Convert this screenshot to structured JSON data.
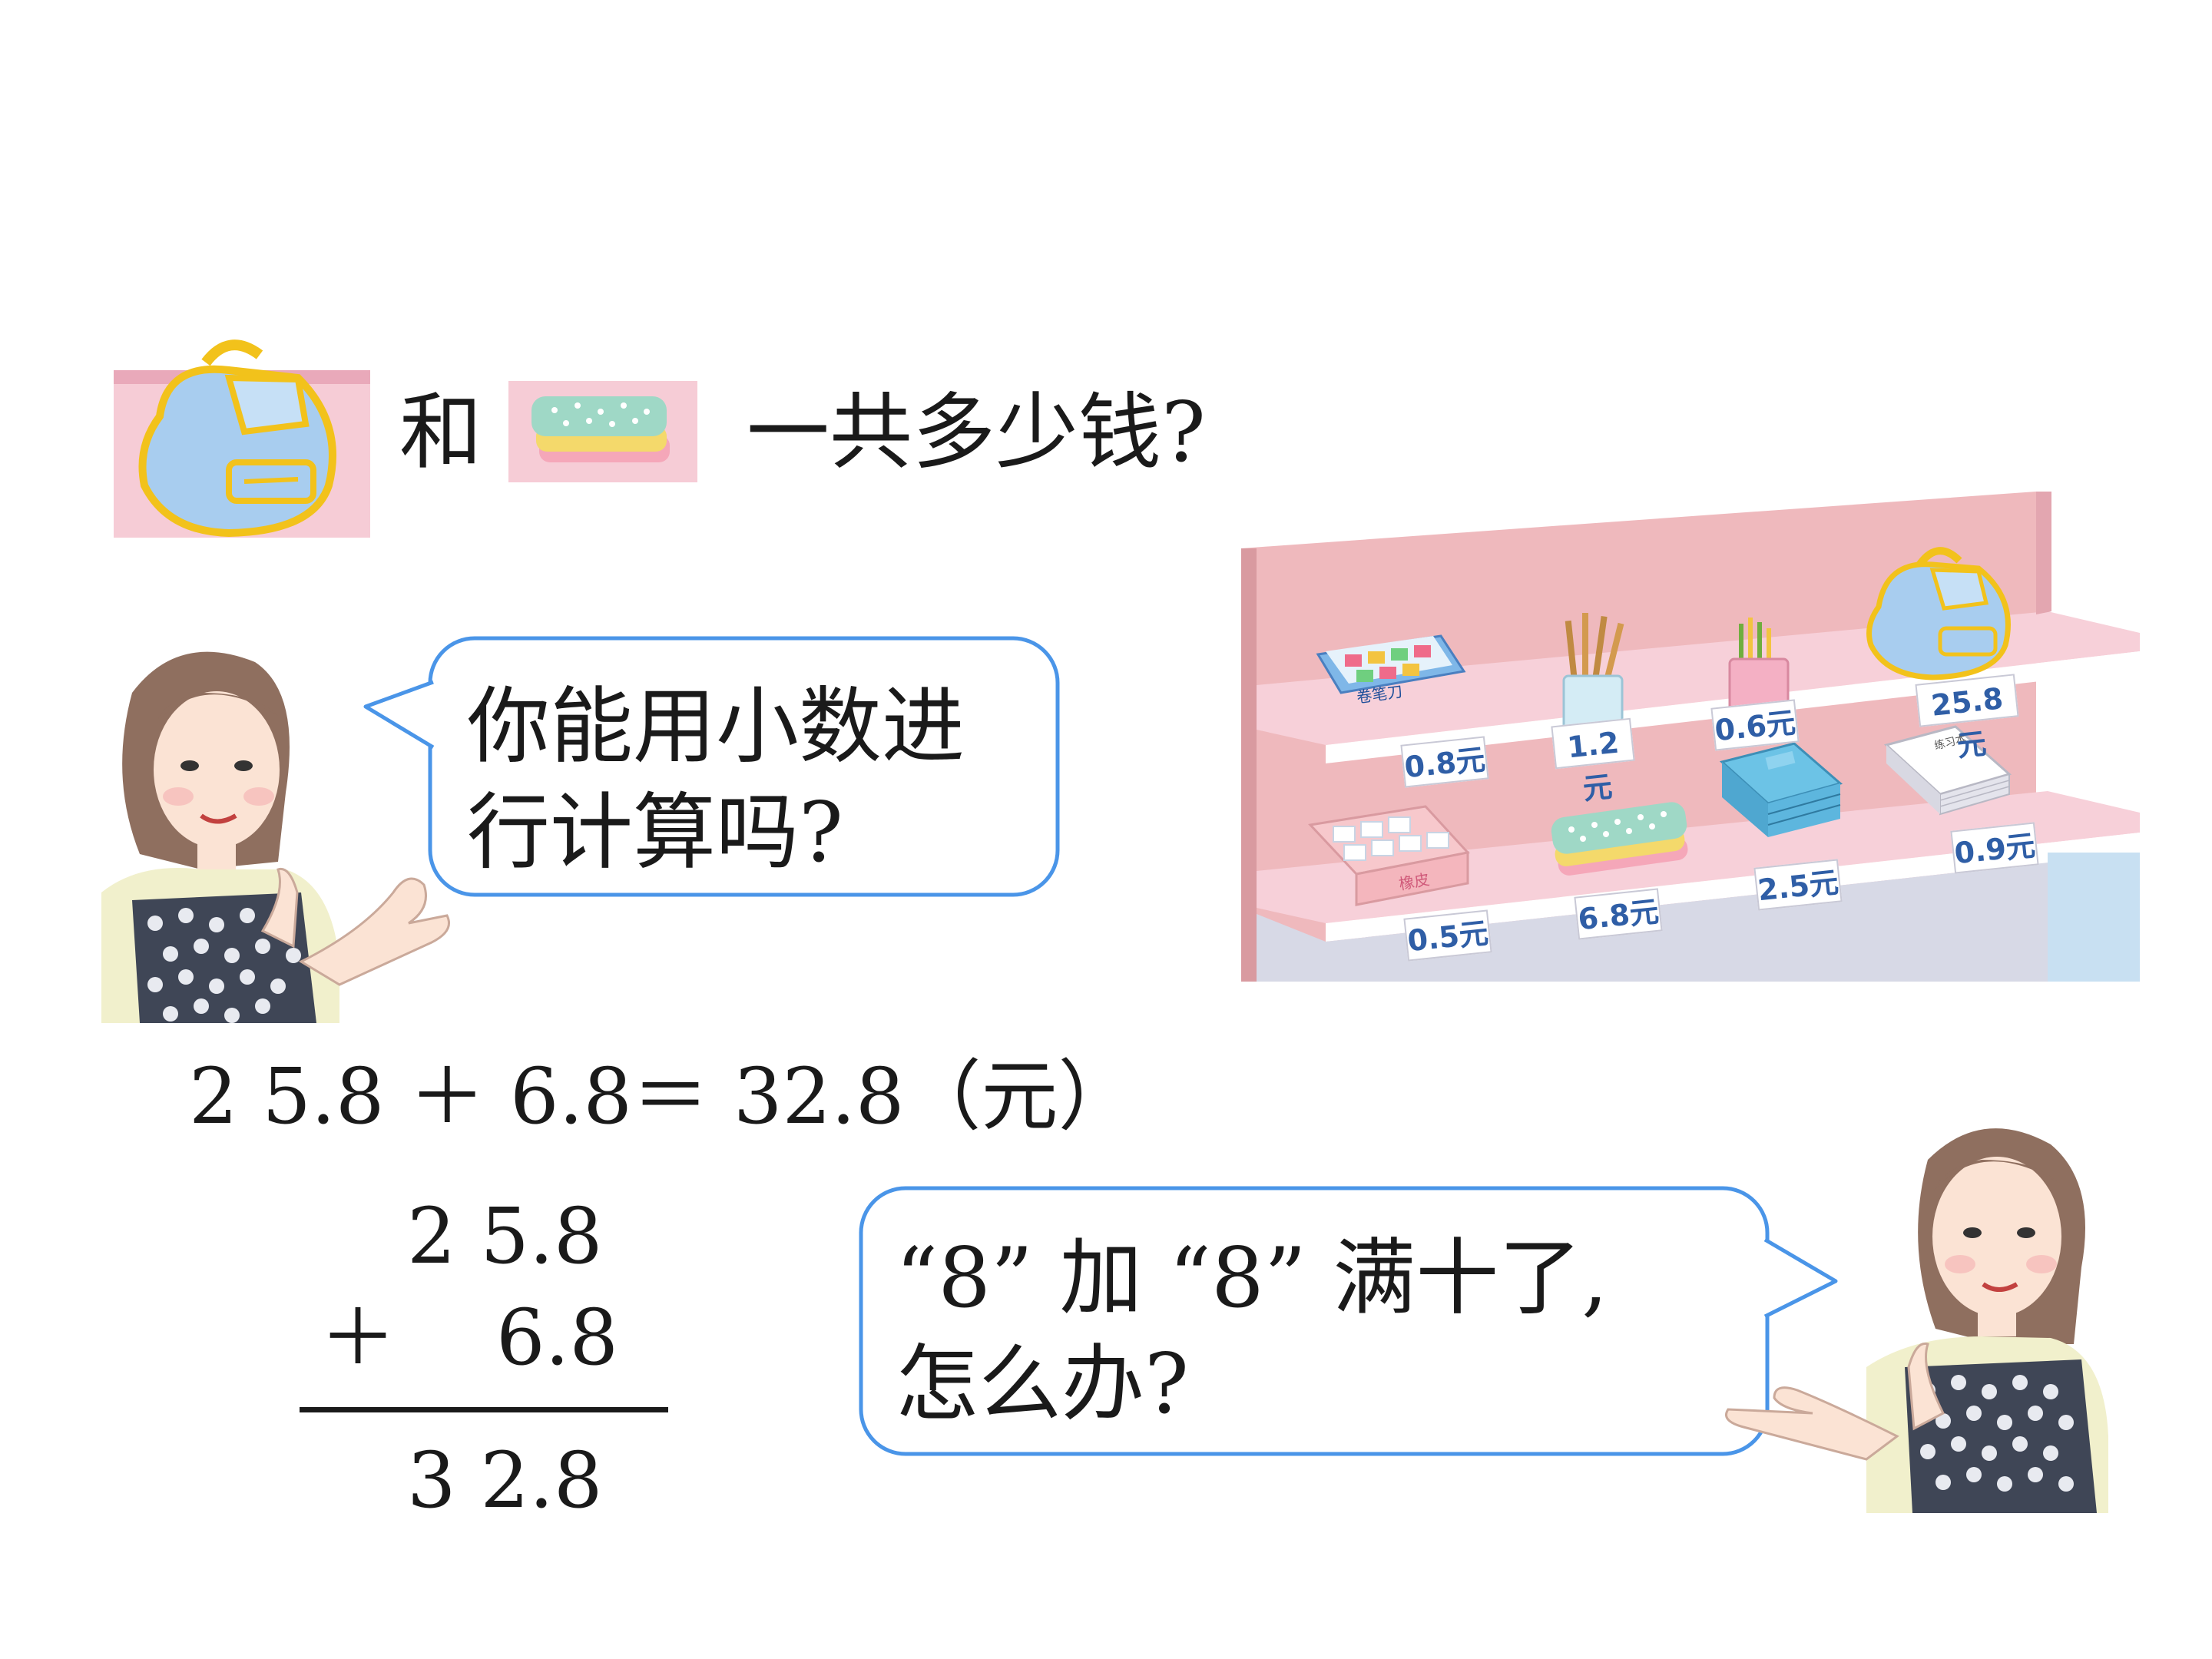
{
  "question": {
    "word_and": "和",
    "ask": "一共多少钱?"
  },
  "bubble1": {
    "line1": "你能用小数进",
    "line2": "行计算吗?"
  },
  "bubble2": {
    "line1": "“8” 加 “8” 满十了,",
    "line2": "怎么办?"
  },
  "equation": "2 5.8 ＋ 6.8＝ 32.8（元）",
  "vertical": {
    "top": "2 5.8",
    "op": "＋",
    "second": "6.8",
    "result": "3 2.8"
  },
  "shelf": {
    "top_prices": [
      "0.8元",
      "1.2元",
      "0.6元",
      "25.8元"
    ],
    "bottom_prices": [
      "0.5元",
      "6.8元",
      "2.5元",
      "0.9元"
    ],
    "box_label_top": "卷笔刀",
    "box_label_bottom": "橡皮",
    "notebook_label": "练习本"
  },
  "colors": {
    "bubble_border": "#4a95e8",
    "price_text": "#2f5ea6",
    "shelf_pink": "#f6ccd6",
    "backpack_blue": "#a8cdef",
    "backpack_trim": "#f2c21b"
  }
}
